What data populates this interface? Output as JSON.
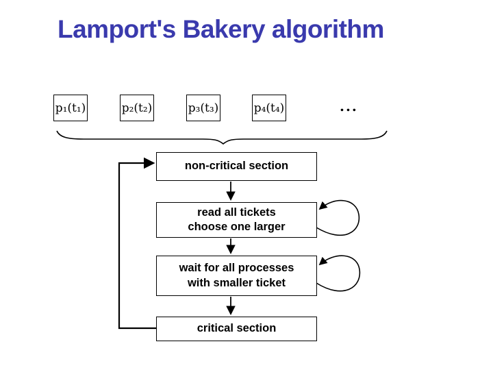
{
  "title": {
    "text": "Lamport's Bakery algorithm",
    "color": "#3A3AAD"
  },
  "processes": [
    {
      "label": "p₁(t₁)"
    },
    {
      "label": "p₂(t₂)"
    },
    {
      "label": "p₃(t₃)"
    },
    {
      "label": "p₄(t₄)"
    }
  ],
  "ellipsis": "...",
  "flowchart": {
    "stroke_color": "#000000",
    "boxes": [
      {
        "name": "non-critical-section",
        "line1": "non-critical section"
      },
      {
        "name": "read-tickets",
        "line1": "read all tickets",
        "line2": "choose one larger"
      },
      {
        "name": "wait-processes",
        "line1": "wait for all processes",
        "line2": "with smaller ticket"
      },
      {
        "name": "critical-section",
        "line1": "critical section"
      }
    ]
  }
}
